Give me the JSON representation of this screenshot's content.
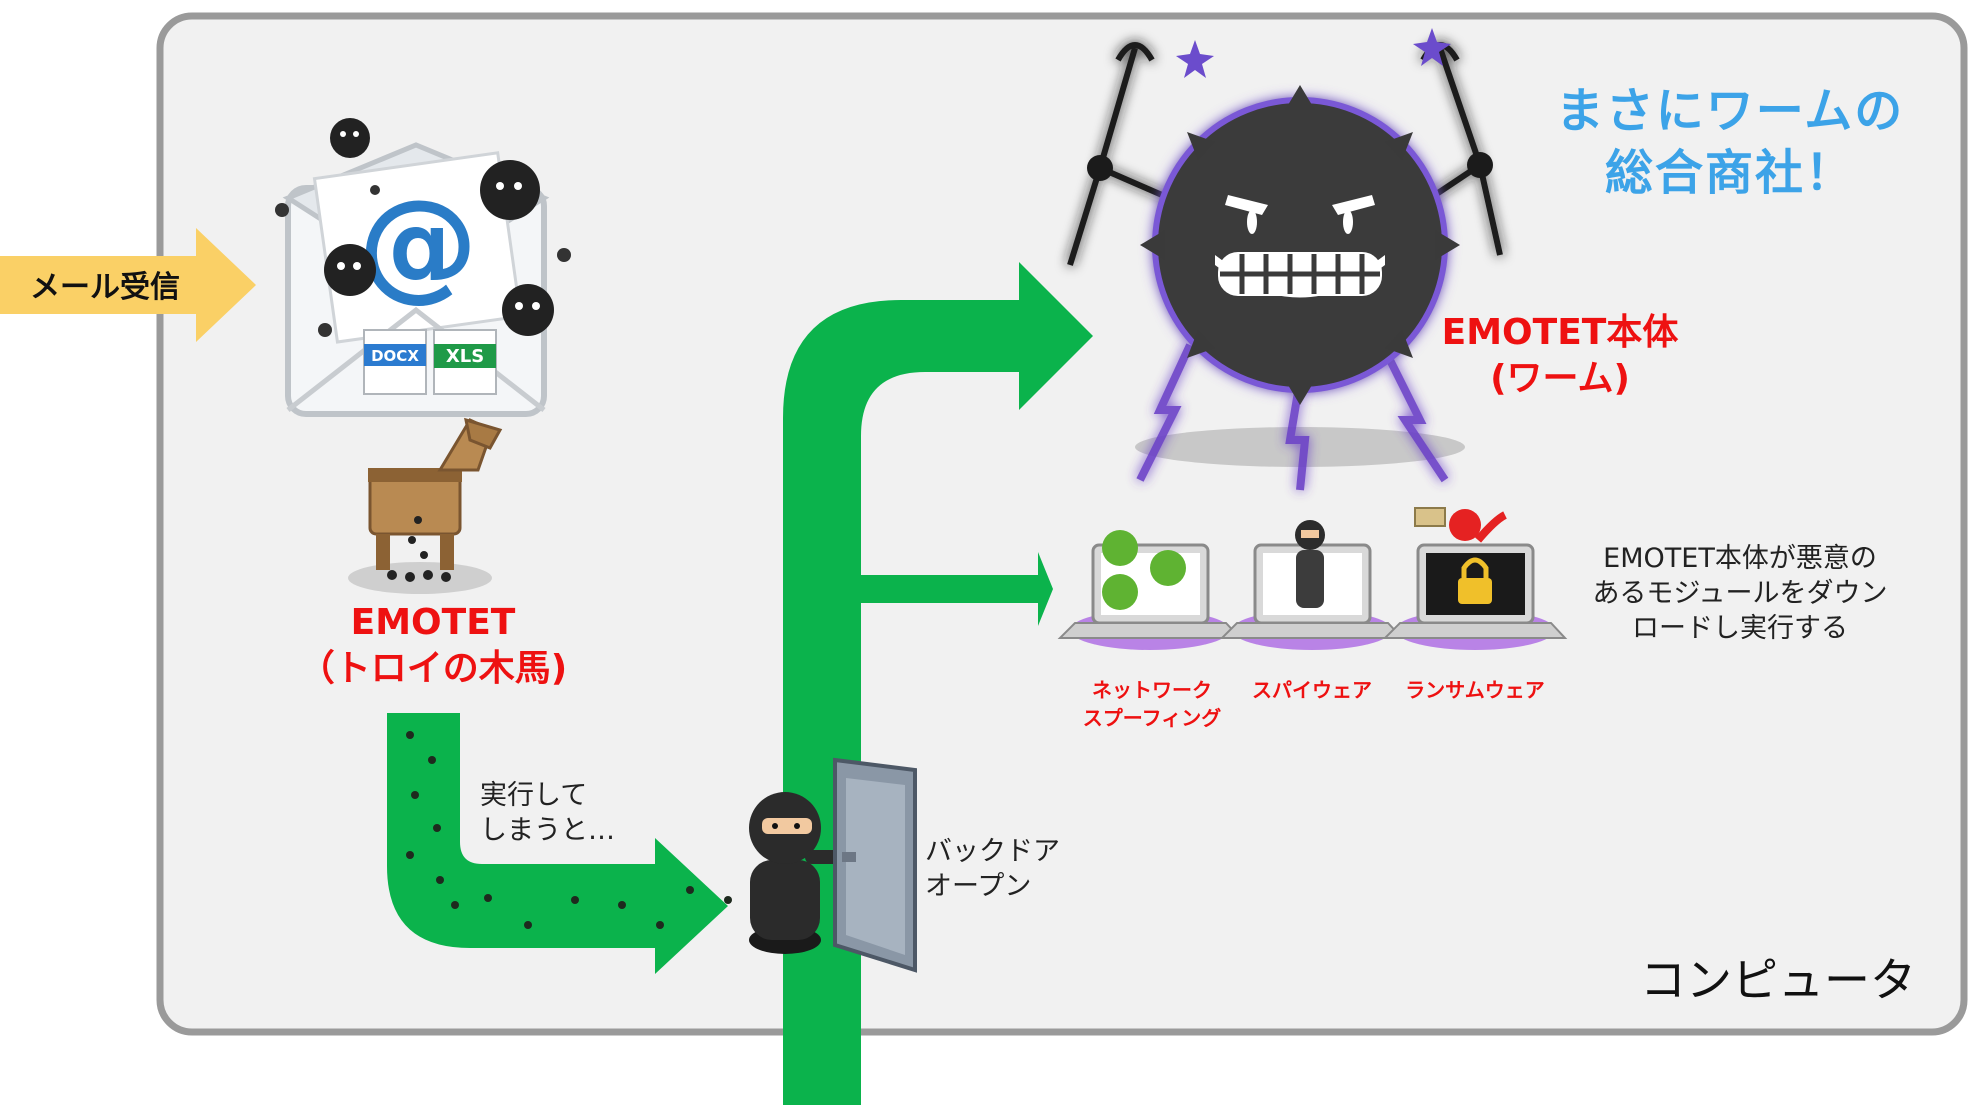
{
  "colors": {
    "panel_bg": "#f1f1f1",
    "panel_border": "#9a9a9a",
    "flow_arrow": "#0bb34c",
    "mail_arrow": "#fad066",
    "emphasis_red": "#ee1111",
    "catch_blue": "#3ca3e8",
    "module_glow": "#b983e6"
  },
  "mail_in": {
    "label": "メール受信"
  },
  "email_icon": {
    "attachments": [
      "DOCX",
      "XLS"
    ]
  },
  "trojan": {
    "line1": "EMOTET",
    "line2": "（トロイの木馬)"
  },
  "run_note": {
    "line1": "実行して",
    "line2": "しまうと…"
  },
  "backdoor_note": {
    "line1": "バックドア",
    "line2": "オープン"
  },
  "worm": {
    "line1": "EMOTET本体",
    "line2": "(ワーム)"
  },
  "catchphrase": {
    "line1": "まさにワームの",
    "line2": "総合商社！"
  },
  "download_note": {
    "line1": "EMOTET本体が悪意の",
    "line2": "あるモジュールをダウン",
    "line3": "ロードし実行する"
  },
  "modules": [
    {
      "line1": "ネットワーク",
      "line2": "スプーフィング",
      "icon": "virus-laptop-icon"
    },
    {
      "line1": "スパイウェア",
      "line2": "",
      "icon": "spy-laptop-icon"
    },
    {
      "line1": "ランサムウェア",
      "line2": "",
      "icon": "ransom-laptop-icon"
    }
  ],
  "computer": {
    "label": "コンピュータ"
  }
}
